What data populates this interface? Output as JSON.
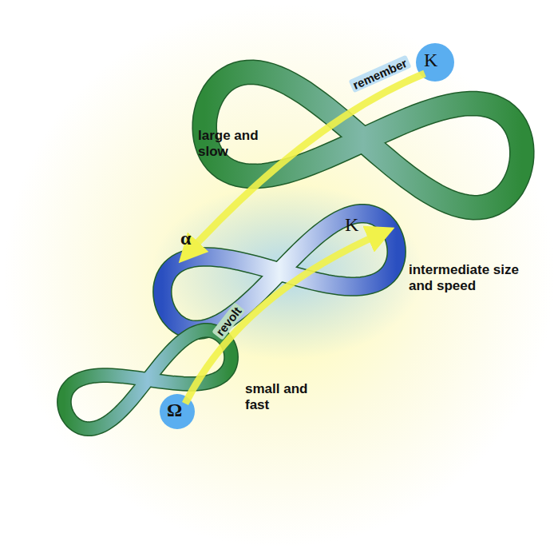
{
  "diagram": {
    "labels": [
      "K",
      "remember",
      "large and slow",
      "α",
      "K",
      "intermediate size and speed",
      "revolt",
      "small and fast",
      "Ω"
    ]
  }
}
